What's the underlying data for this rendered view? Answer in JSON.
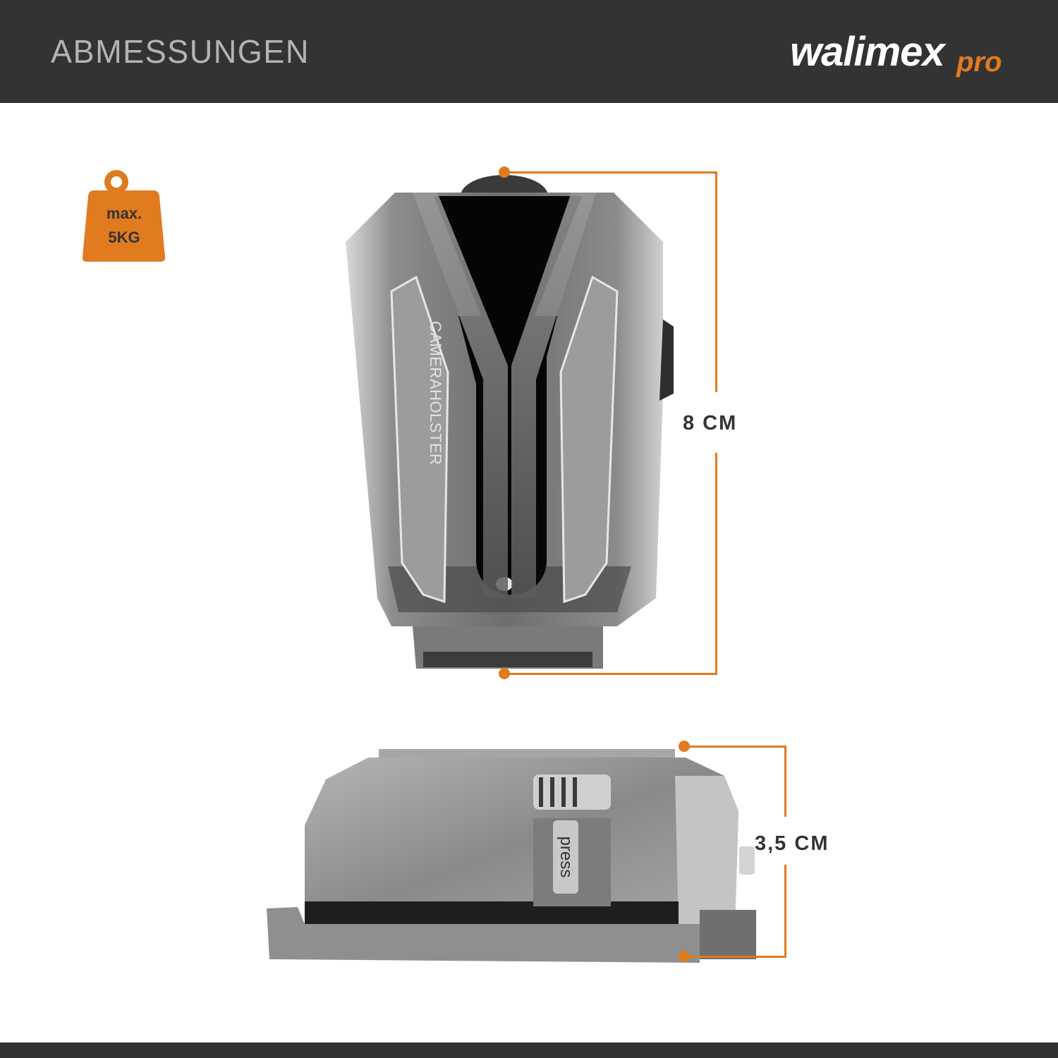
{
  "header": {
    "title": "ABMESSUNGEN",
    "logo": {
      "main": "walimex",
      "suffix": "pro"
    }
  },
  "badge": {
    "icon": "weight-icon",
    "line1": "max.",
    "line2": "5KG"
  },
  "product": {
    "front_view_engraving": "CAMERAHOLSTER",
    "side_view_button_label": "press"
  },
  "dimensions": {
    "height": "8 CM",
    "depth": "3,5 CM"
  },
  "colors": {
    "header_bg": "#333333",
    "title": "#b3b3b3",
    "accent": "#e07b20",
    "label": "#333333"
  }
}
